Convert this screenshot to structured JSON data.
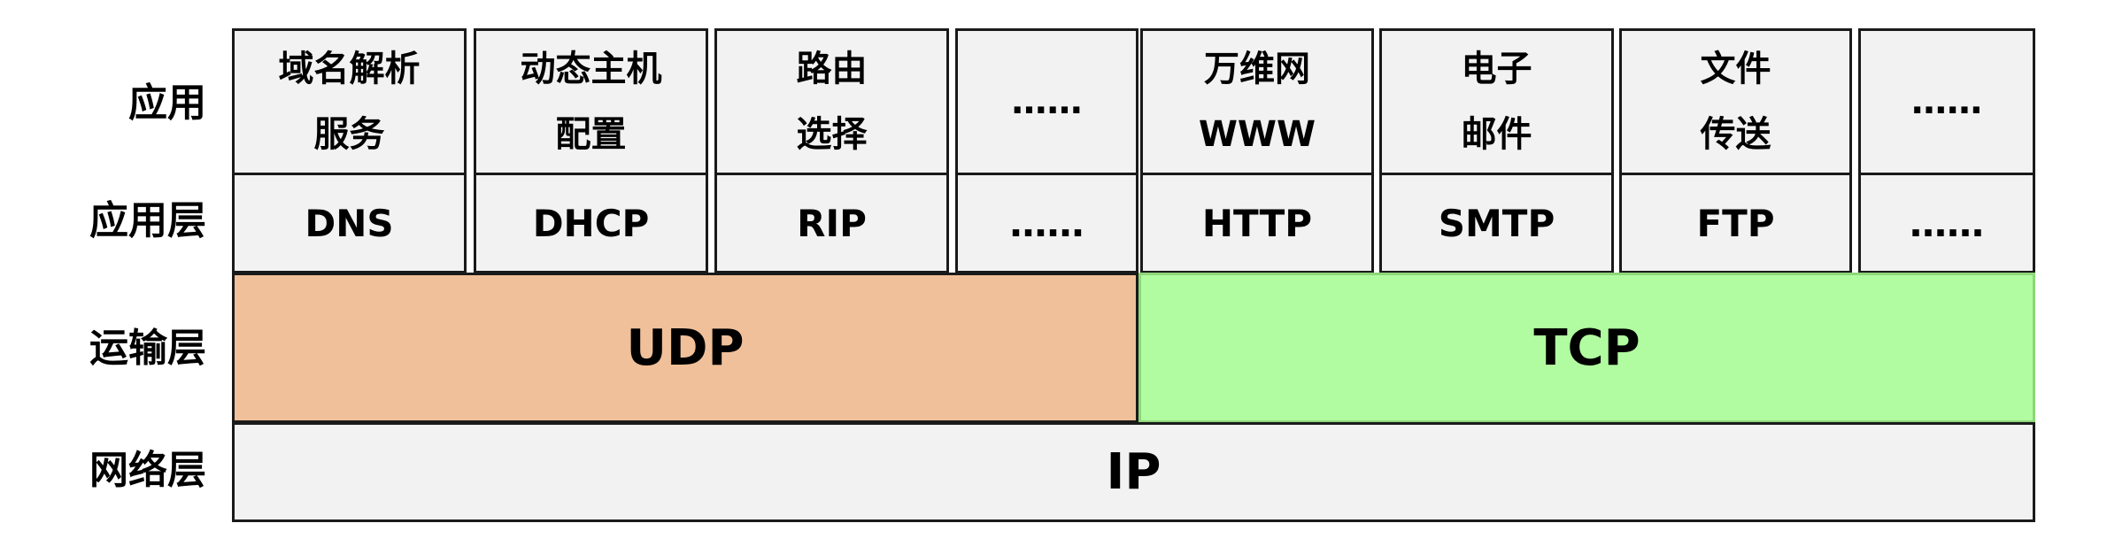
{
  "layers": {
    "application": "应用",
    "application_layer": "应用层",
    "transport_layer": "运输层",
    "network_layer": "网络层"
  },
  "applications": [
    {
      "line1": "域名解析",
      "line2": "服务"
    },
    {
      "line1": "动态主机",
      "line2": "配置"
    },
    {
      "line1": "路由",
      "line2": "选择"
    },
    {
      "line1": "……",
      "line2": ""
    },
    {
      "line1": "万维网",
      "line2": "WWW"
    },
    {
      "line1": "电子",
      "line2": "邮件"
    },
    {
      "line1": "文件",
      "line2": "传送"
    },
    {
      "line1": "……",
      "line2": ""
    }
  ],
  "protocols": [
    "DNS",
    "DHCP",
    "RIP",
    "……",
    "HTTP",
    "SMTP",
    "FTP",
    "……"
  ],
  "transport": {
    "udp": "UDP",
    "tcp": "TCP"
  },
  "network": {
    "ip": "IP"
  },
  "colors": {
    "udp_fill": "#f0c09a",
    "tcp_fill": "#b1fca0",
    "tcp_border": "#8ed67a",
    "cell_fill": "#f2f2f2"
  }
}
